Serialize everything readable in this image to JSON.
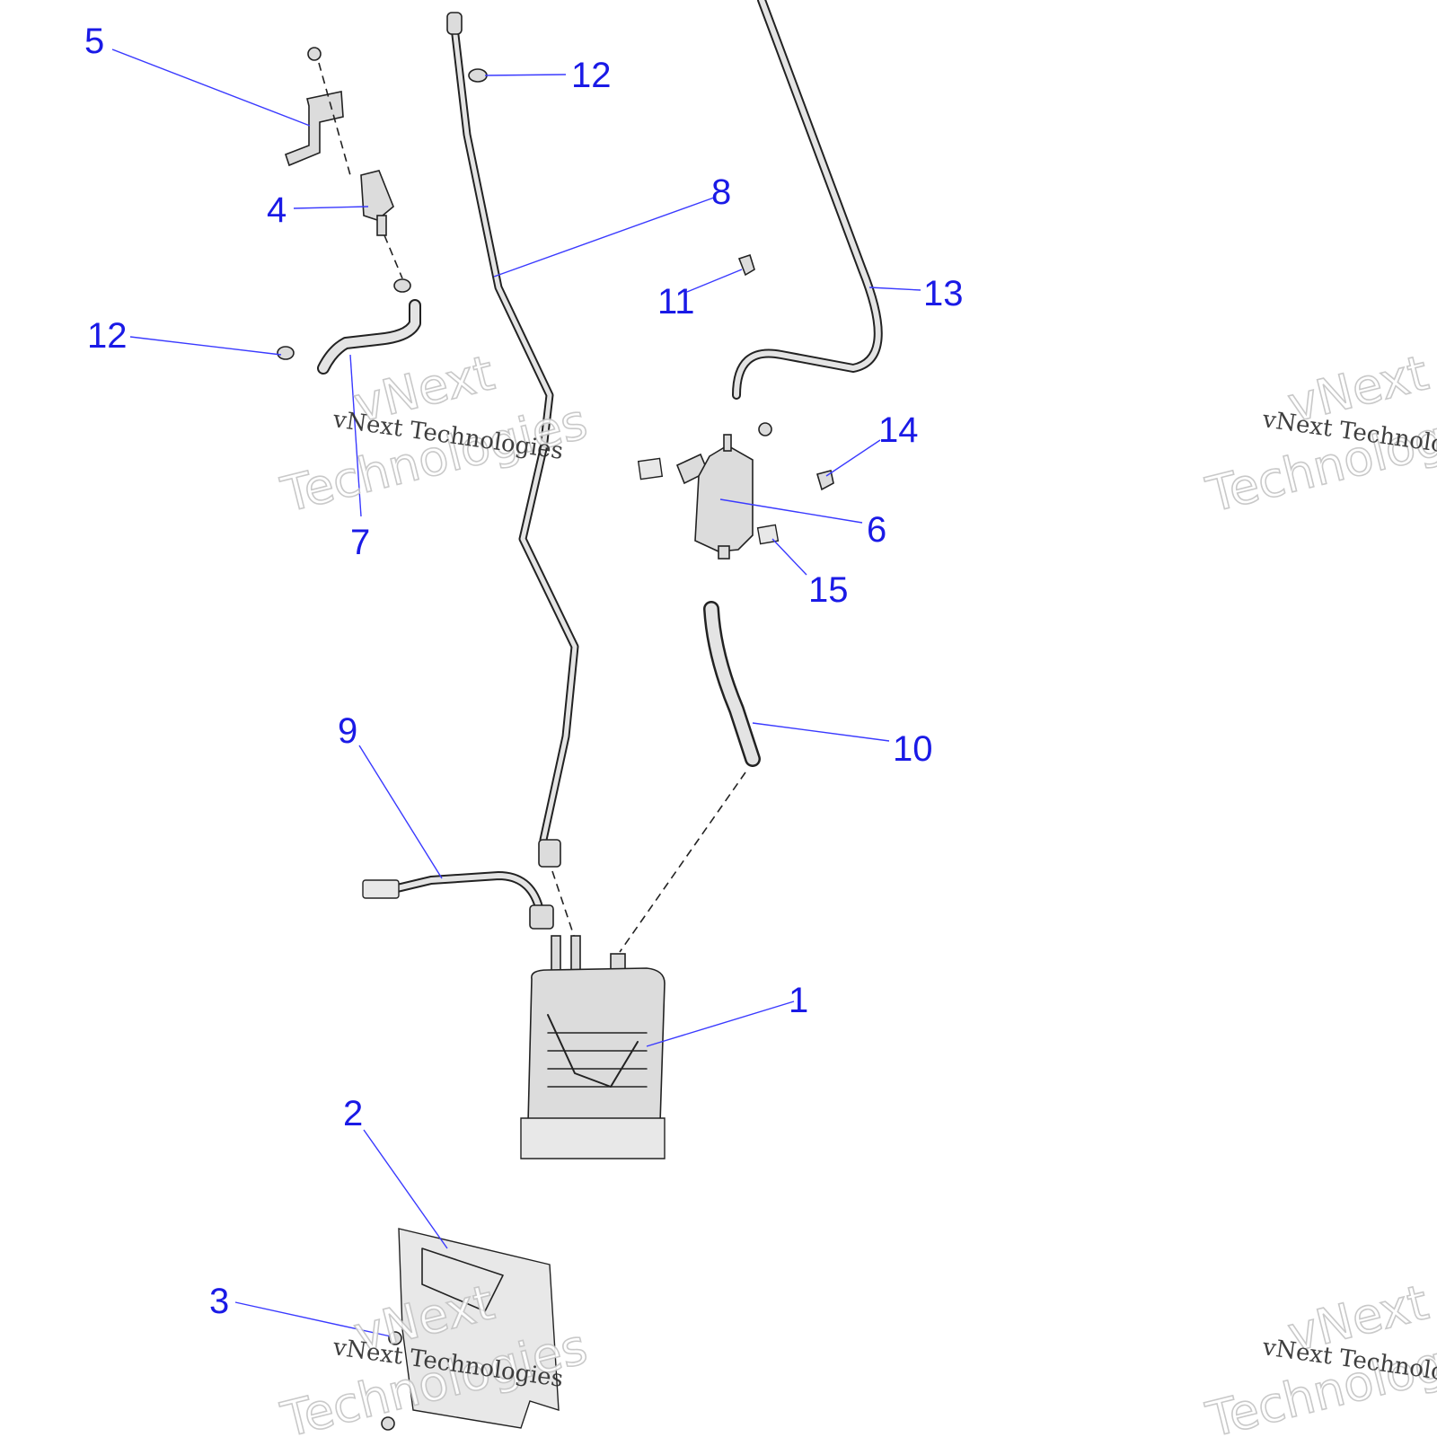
{
  "watermark": {
    "line1": "vNext Technologies",
    "line2": "vNext",
    "line3": "Technologies"
  },
  "callouts": {
    "c1": "1",
    "c2": "2",
    "c3": "3",
    "c4": "4",
    "c5": "5",
    "c6": "6",
    "c7": "7",
    "c8": "8",
    "c9": "9",
    "c10": "10",
    "c11": "11",
    "c12a": "12",
    "c12b": "12",
    "c13": "13",
    "c14": "14",
    "c15": "15"
  },
  "colors": {
    "callout": "#1a1ae6",
    "leader": "#3a3aff",
    "part_fill": "#dcdcdc"
  }
}
